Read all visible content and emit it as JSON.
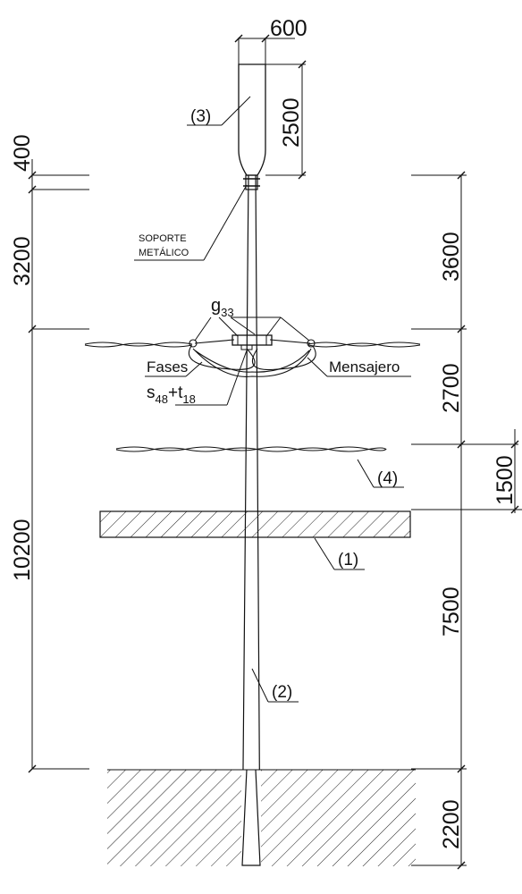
{
  "dimensions": {
    "top_width": "600",
    "luminaire_height": "2500",
    "left_upper_400": "400",
    "left_3200": "3200",
    "left_10200": "10200",
    "right_3600": "3600",
    "right_2700": "2700",
    "right_1500": "1500",
    "right_7500": "7500",
    "right_2200": "2200"
  },
  "labels": {
    "item_3": "(3)",
    "item_4": "(4)",
    "item_1": "(1)",
    "item_2": "(2)",
    "support_line1": "SOPORTE",
    "support_line2": "METÁLICO",
    "g_base": "g",
    "g_sub": "33",
    "phases": "Fases",
    "messenger": "Mensajero",
    "s_base": "s",
    "s_sub": "48",
    "t_plus": "+t",
    "t_sub": "18"
  }
}
